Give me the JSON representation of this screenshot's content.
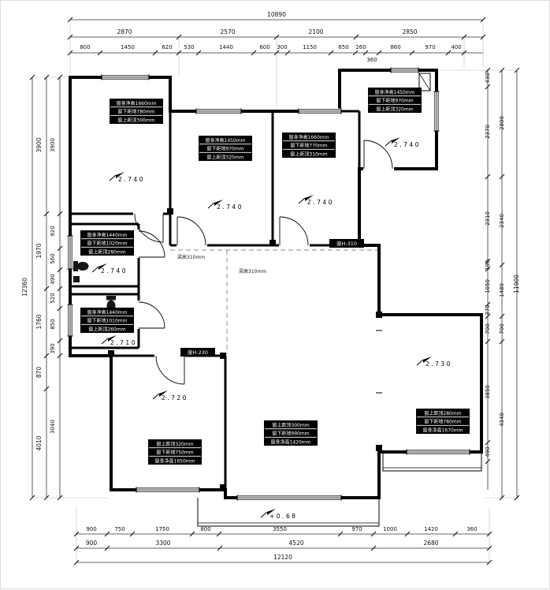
{
  "plan": {
    "dims": {
      "top_total": "10890",
      "top_row2": [
        "2870",
        "2570",
        "2100",
        "2850"
      ],
      "top_row3": [
        "800",
        "1450",
        "620",
        "530",
        "1440",
        "600",
        "300",
        "1150",
        "650",
        "260",
        "860",
        "970",
        "400"
      ],
      "top_offset": "360",
      "left_total": "12360",
      "left_mid": [
        "3900",
        "1970",
        "1760",
        "870",
        "4010"
      ],
      "left_inner": [
        "3900",
        "920",
        "560",
        "490",
        "520",
        "850",
        "390",
        "3040"
      ],
      "right_total": "11900",
      "right_mid": [
        "2800",
        "2340",
        "1480",
        "700",
        "4340"
      ],
      "right_inner": [
        "430",
        "2370",
        "2310",
        "190",
        "1050",
        "370",
        "700",
        "3850",
        "490"
      ],
      "bottom_row1": [
        "900",
        "750",
        "1750",
        "800",
        "3550",
        "970",
        "1000",
        "1420",
        "360"
      ],
      "bottom_row2": [
        "900",
        "3300",
        "4520",
        "2680"
      ],
      "bottom_total": "12120"
    },
    "levels": [
      "2.740",
      "2.740",
      "2.740",
      "2.740",
      "2.740",
      "2.710",
      "2.720",
      "2.730",
      "+0.68"
    ],
    "window_notes": [
      [
        "窗身净高1660mm",
        "窗下距地780mm",
        "窗上距顶300mm"
      ],
      [
        "窗身净高1450mm",
        "窗下距地970mm",
        "窗上距顶320mm"
      ],
      [
        "窗身净高1660mm",
        "窗下距地770mm",
        "窗上距顶310mm"
      ],
      [
        "窗身净高1450mm",
        "窗下距地970mm",
        "窗上距顶320mm"
      ],
      [
        "窗身净高1440mm",
        "窗下距地1020mm",
        "窗上距顶280mm"
      ],
      [
        "窗身净高1440mm",
        "窗下距地1010mm",
        "窗上距顶260mm"
      ],
      [
        "窗上距顶320mm",
        "窗下距地750mm",
        "窗身净高1650mm"
      ],
      [
        "窗上距顶300mm",
        "窗下距地990mm",
        "窗身净高1420mm"
      ],
      [
        "窗上距顶280mm",
        "窗下距地780mm",
        "窗身净高1670mm"
      ]
    ],
    "beam_notes": {
      "height_note": "梁高310mm",
      "beam_h310": "梁H:310",
      "beam_h230": "梁H:230"
    }
  }
}
